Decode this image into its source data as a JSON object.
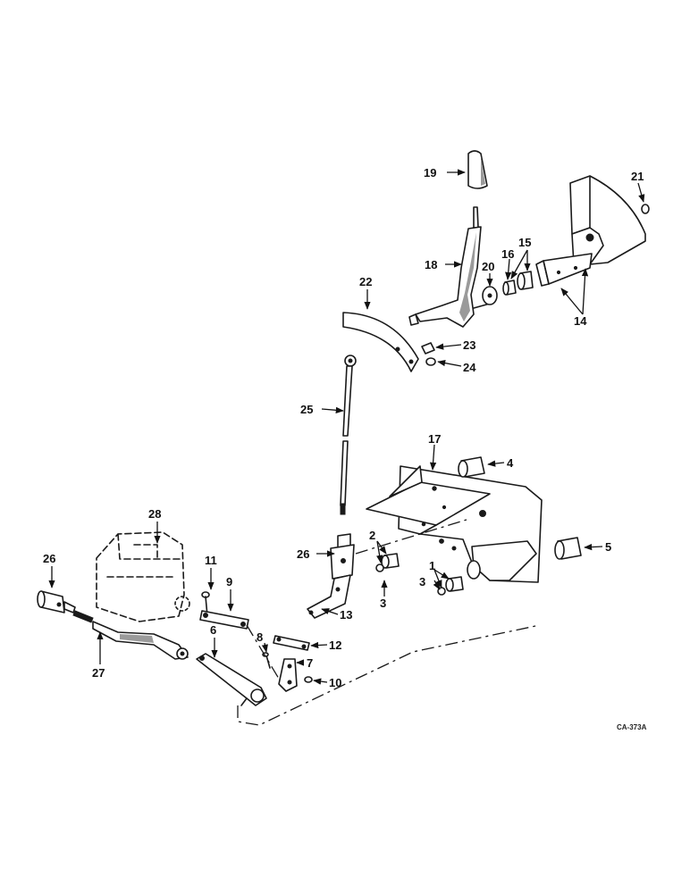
{
  "diagram": {
    "callouts": {
      "c1": "1",
      "c2": "2",
      "c3a": "3",
      "c3b": "3",
      "c4": "4",
      "c5": "5",
      "c6": "6",
      "c7": "7",
      "c8": "8",
      "c9": "9",
      "c10": "10",
      "c11": "11",
      "c12": "12",
      "c13": "13",
      "c14": "14",
      "c15": "15",
      "c16": "16",
      "c17": "17",
      "c18": "18",
      "c19": "19",
      "c20": "20",
      "c21": "21",
      "c22": "22",
      "c23": "23",
      "c24": "24",
      "c25": "25",
      "c26a": "26",
      "c26b": "26",
      "c27": "27",
      "c28": "28"
    },
    "drawing_code": "CA-373A"
  }
}
